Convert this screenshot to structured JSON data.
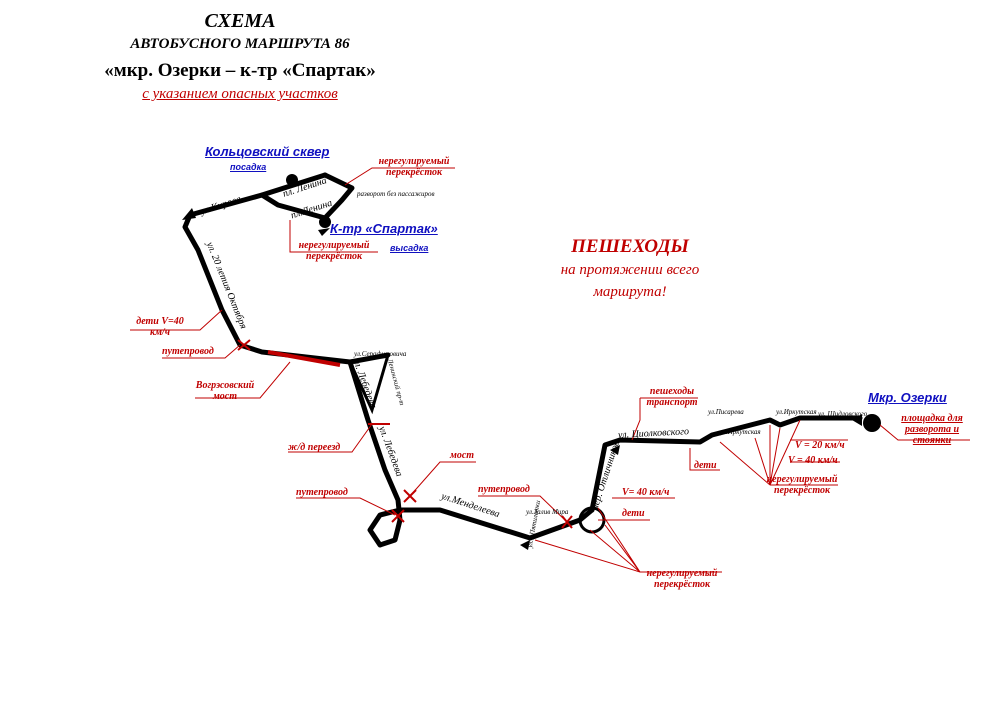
{
  "header": {
    "line1": "СХЕМА",
    "line2": "АВТОБУСНОГО МАРШРУТА 86",
    "line3": "«мкр. Озерки – к-тр «Спартак»",
    "line4": "с указанием опасных участков"
  },
  "pedestrians": {
    "line1": "ПЕШЕХОДЫ",
    "line2": "на протяжении всего",
    "line3": "маршрута!"
  },
  "stops": {
    "koltsovsky": "Кольцовский сквер",
    "posadka": "посадка",
    "spartak": "К-тр «Спартак»",
    "vysadka": "высадка",
    "ozerki": "Мкр. Озерки",
    "turnaround": "площадка для разворота и стоянки"
  },
  "hazards": {
    "unreg_top": "нерегулируемый перекрёсток",
    "unreg_left": "нерегулируемый перекрёсток",
    "children_speed": "дети V=40 км/ч",
    "overpass1": "путепровод",
    "bridge": "Вогрэсовский мост",
    "railway": "ж/д переезд",
    "most": "мост",
    "overpass2": "путепровод",
    "overpass3": "путепровод",
    "speed40": "V= 40 км/ч",
    "children1": "дети",
    "pedestrians_transport": "пешеходы транспорт",
    "children2": "дети",
    "unreg_bottom": "нерегулируемый перекрёсток",
    "unreg_right": "нерегулируемый перекрёсток",
    "speed20": "V = 20 км/ч",
    "speed40b": "V = 40 км/ч"
  },
  "streets": {
    "kirova": "ул.Кирова",
    "lenina1": "пл. Ленина",
    "lenina2": "пл.Ленина",
    "turn_no_pass": "разворот без пассажиров",
    "october": "ул. 20 летия Октября",
    "lebedeva1": "ул. Лебедева",
    "lebedeva2": "ул. Лебедева",
    "mendeleeva": "ул.Менделеева",
    "tsiolkovskogo": "ул. Циолковского",
    "otlichnikov": "пер. Отличников",
    "pisareva": "ул.Писарева",
    "irkutskaya1": "ул.Иркутская",
    "irkutskaya2": "ул.Иркутская",
    "shidlovskogo": "ул. Шидловского",
    "serafimovicha": "ул.Серафимовича",
    "leninsky": "Ленинский пр-т",
    "pyatiletki": "ул.1 Пятилетки",
    "zaliv": "ул.Залив Мира"
  }
}
